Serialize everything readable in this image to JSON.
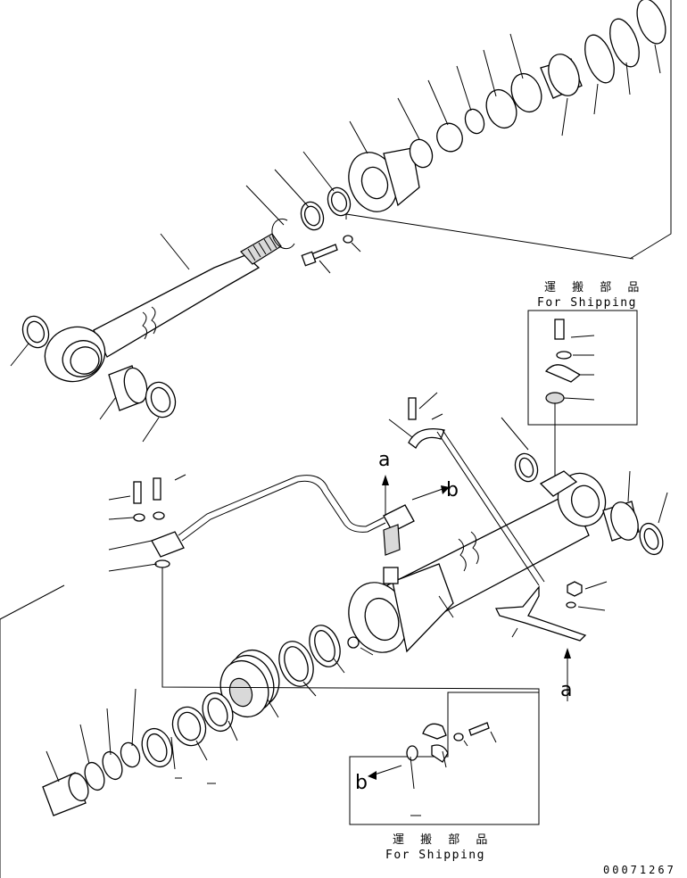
{
  "shipping_box_top": {
    "jp": "運 搬 部 品",
    "en": "For Shipping"
  },
  "shipping_box_bottom": {
    "jp": "運 搬 部 品",
    "en": "For Shipping"
  },
  "view_labels": {
    "a_left": "a",
    "b_top": "b",
    "a_right": "a",
    "b_bottom": "b"
  },
  "document_number": "00071267"
}
